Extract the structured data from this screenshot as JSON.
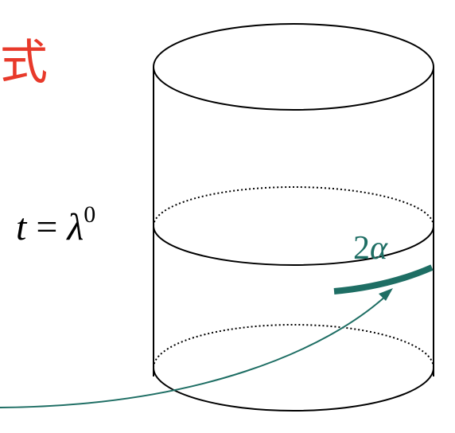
{
  "heading_fragment": "式",
  "equation": {
    "lhs": "t",
    "op": "=",
    "rhs_symbol": "λ",
    "rhs_superscript": "0"
  },
  "arc_label": {
    "coefficient": "2",
    "symbol": "α"
  },
  "colors": {
    "heading": "#e8392a",
    "arc": "#1e6e64",
    "lines": "#000000"
  }
}
